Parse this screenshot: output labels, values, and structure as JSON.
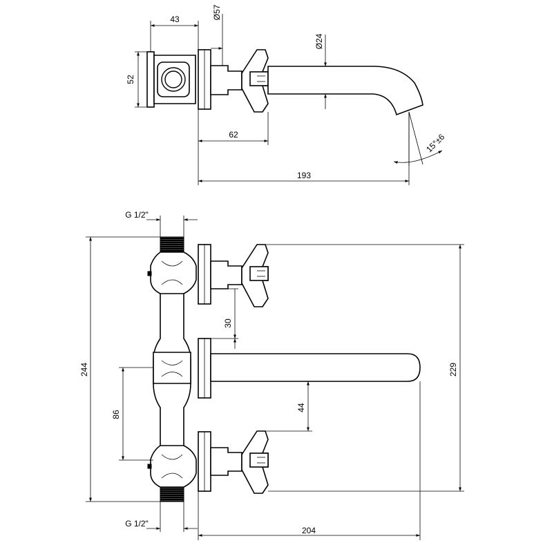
{
  "top_view": {
    "dim_43": "43",
    "dim_57": "Ø57",
    "dim_24": "Ø24",
    "dim_52": "52",
    "dim_62": "62",
    "dim_193": "193",
    "angle": "15°±6"
  },
  "front_view": {
    "thread_top": "G 1/2\"",
    "thread_bottom": "G 1/2\"",
    "dim_244": "244",
    "dim_229": "229",
    "dim_30": "30",
    "dim_86": "86",
    "dim_44": "44",
    "dim_204": "204"
  }
}
